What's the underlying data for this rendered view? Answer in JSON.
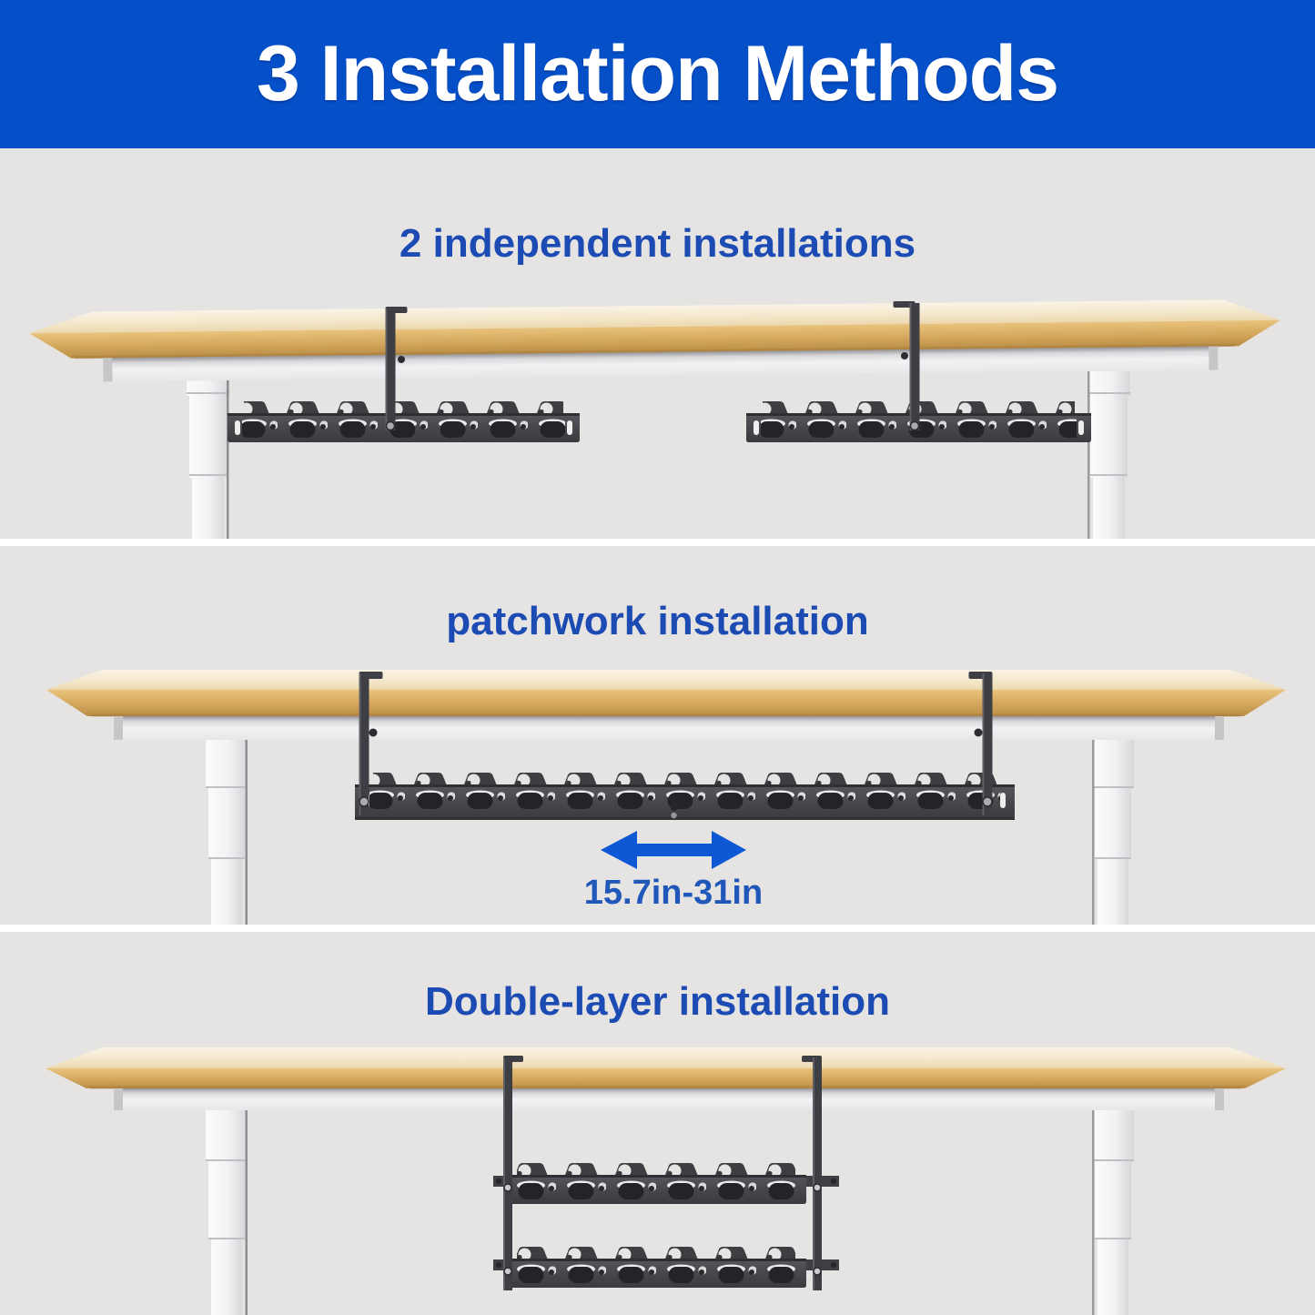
{
  "header": {
    "title": "3 Installation Methods"
  },
  "panels": [
    {
      "id": "independent",
      "title": "2 independent installations"
    },
    {
      "id": "patchwork",
      "title": "patchwork installation",
      "measurement": "15.7in-31in"
    },
    {
      "id": "double-layer",
      "title": "Double-layer installation"
    }
  ],
  "colors": {
    "header_bg": "#0550c8",
    "header_text": "#ffffff",
    "panel_bg": "#e5e4e2",
    "separator": "#ffffff",
    "title_blue": "#1c4bb4",
    "arrow_blue": "#0e57d5",
    "measurement_blue": "#2057ba",
    "desk_wood": "#d9ac61",
    "desk_frame_white": "#f0f0f2",
    "tray_dark": "#45474b"
  }
}
